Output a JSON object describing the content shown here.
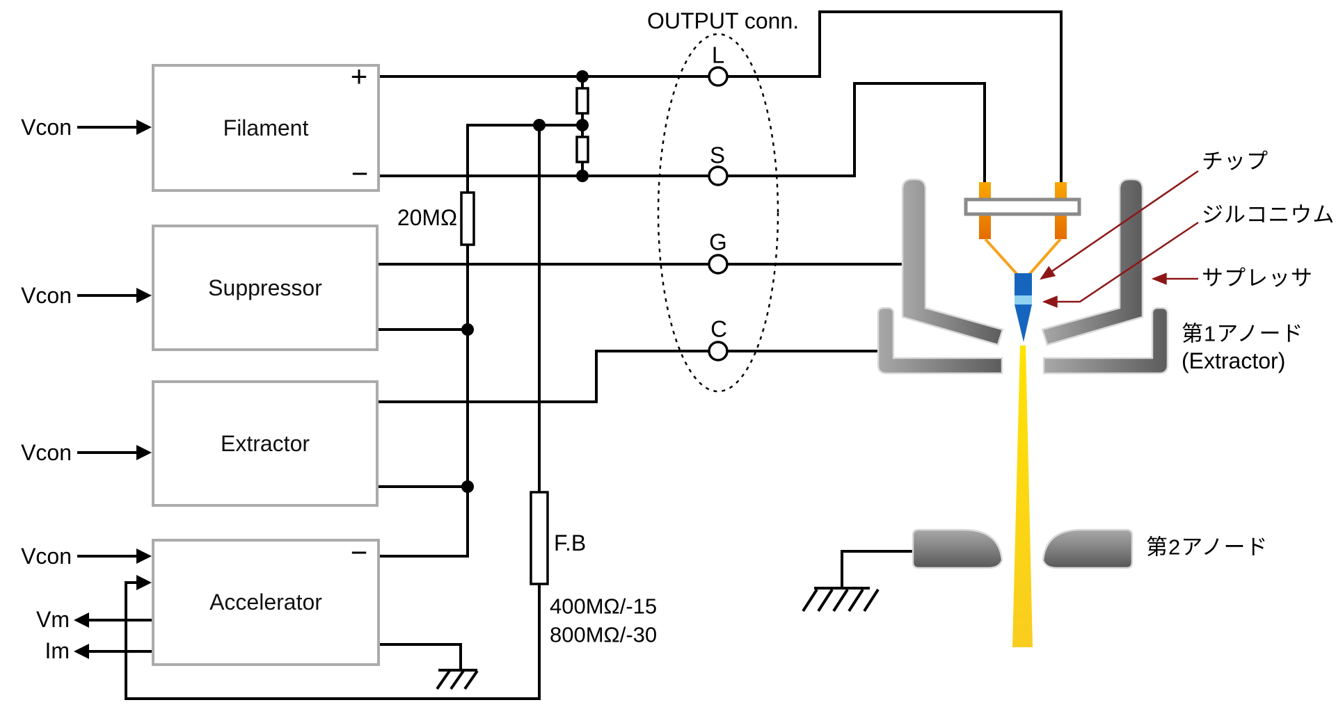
{
  "connector": {
    "label": "OUTPUT conn.",
    "terminals": [
      "L",
      "S",
      "G",
      "C"
    ]
  },
  "power_supplies": [
    {
      "label": "Filament",
      "input": "Vcon",
      "plus": "+",
      "minus": "−"
    },
    {
      "label": "Suppressor",
      "input": "Vcon"
    },
    {
      "label": "Extractor",
      "input": "Vcon"
    },
    {
      "label": "Accelerator",
      "input": "Vcon",
      "minus": "−"
    }
  ],
  "io_labels": {
    "vcon": "Vcon",
    "vm": "Vm",
    "im": "Im"
  },
  "resistor_labels": {
    "r20": "20MΩ",
    "fb": "F.B",
    "fb_value_1": "400MΩ/-15",
    "fb_value_2": "800MΩ/-30"
  },
  "emitter_annotations": {
    "tip": "チップ",
    "zirconium": "ジルコニウム",
    "suppressor": "サプレッサ",
    "first_anode": "第1アノード",
    "first_anode_en": "(Extractor)",
    "second_anode": "第2アノード"
  },
  "colors": {
    "wire": "#000000",
    "box_border": "#ababab",
    "annotation_red": "#8d1616",
    "post_orange": "#f29800",
    "filament_wire_orange": "#f6a21c",
    "tip_blue": "#1565be",
    "zirconium_blue": "#8fd2f0",
    "beam_yellow": "#fcd51d",
    "electrode_gray": "#7d7d7d"
  }
}
